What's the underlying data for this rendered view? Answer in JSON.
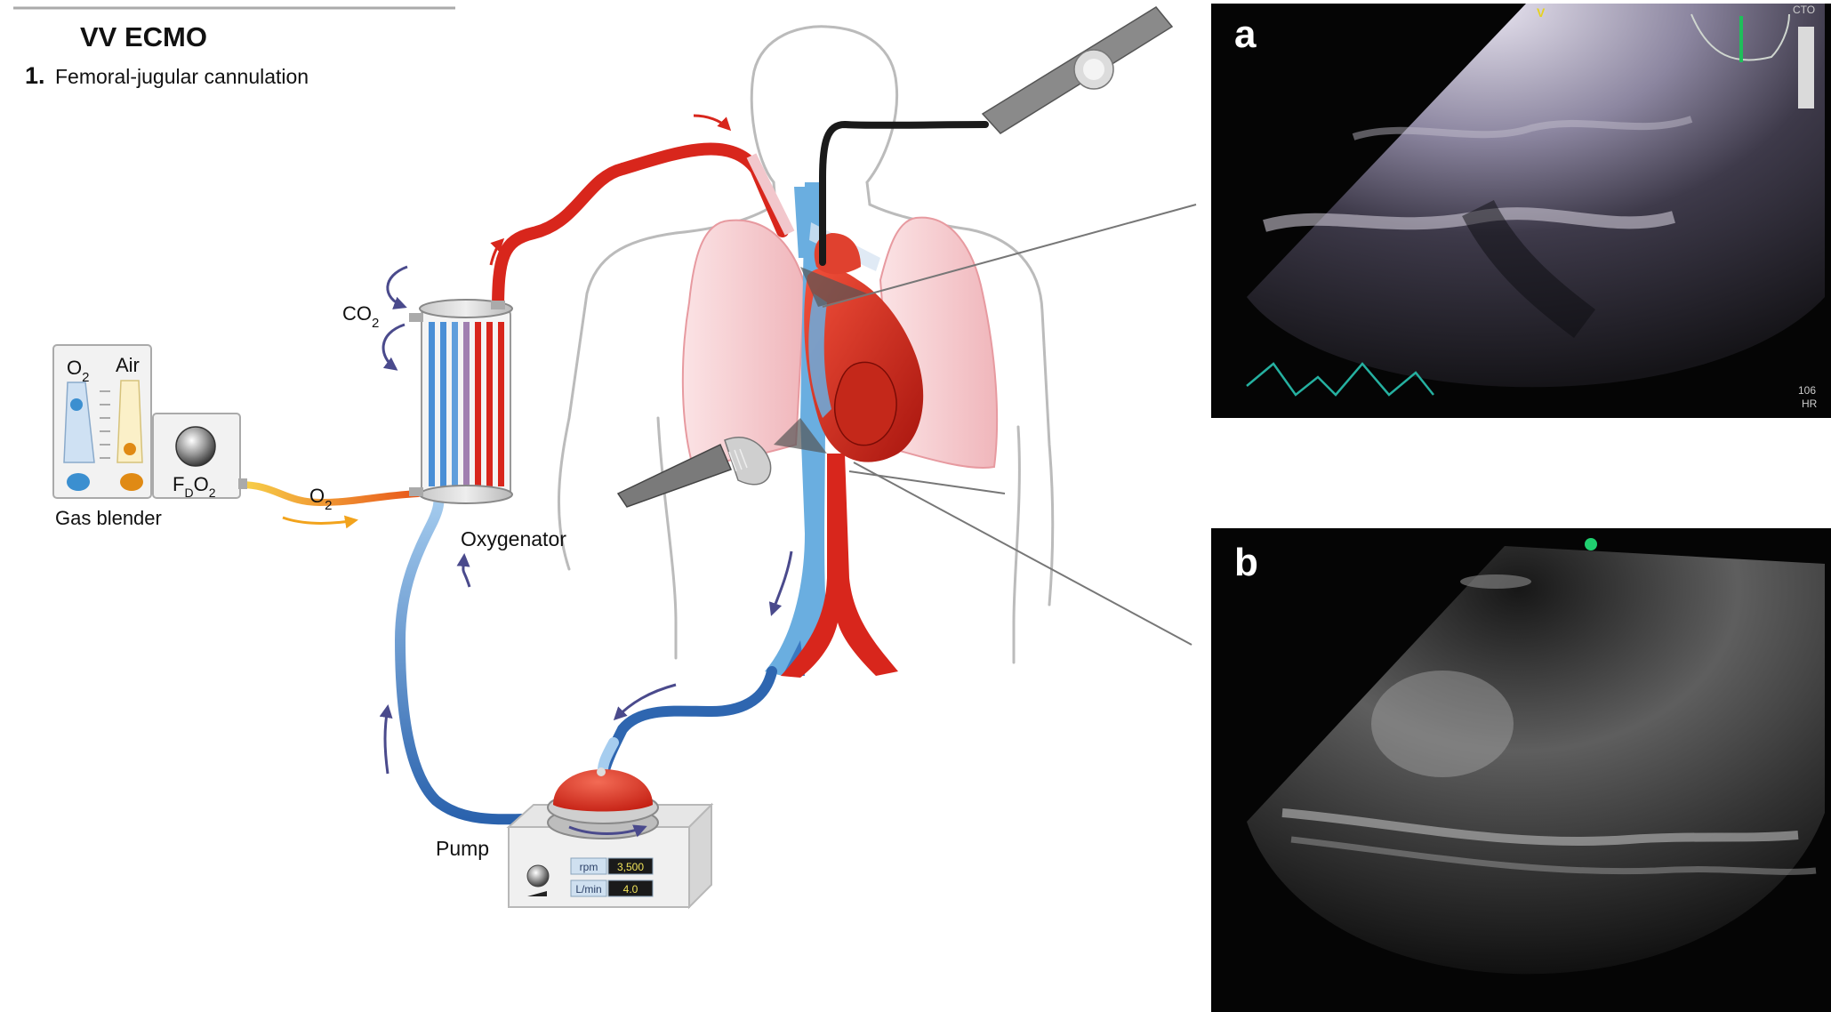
{
  "header": {
    "title": "VV ECMO",
    "step_number": "1.",
    "step_text": "Femoral-jugular cannulation"
  },
  "labels": {
    "gas_blender": "Gas blender",
    "oxygenator": "Oxygenator",
    "pump": "Pump",
    "co2_main": "CO",
    "co2_sub": "2",
    "o2_main": "O",
    "o2_sub": "2",
    "o2_line_main": "O",
    "o2_line_sub": "2",
    "air": "Air",
    "fdo2_f": "F",
    "fdo2_d": "D",
    "fdo2_o": "O",
    "fdo2_sub": "2"
  },
  "pump_display": {
    "rpm_label": "rpm",
    "rpm_value": "3,500",
    "flow_label": "L/min",
    "flow_value": "4.0"
  },
  "panels": {
    "a": {
      "label": "a",
      "marker_top": "V",
      "corner_tr": "CTO",
      "hr_value": "106",
      "hr_label": "HR"
    },
    "b": {
      "label": "b"
    }
  },
  "colors": {
    "oxygenated": "#d8261c",
    "deoxygenated": "#5aa0d8",
    "deoxygenated_dark": "#2e66b0",
    "lung": "#f5c9cc",
    "outline": "#bbbbbb",
    "probe": "#7a7a7a",
    "o2_line": "#f2b51c",
    "arrow": "#4a4a8c"
  }
}
